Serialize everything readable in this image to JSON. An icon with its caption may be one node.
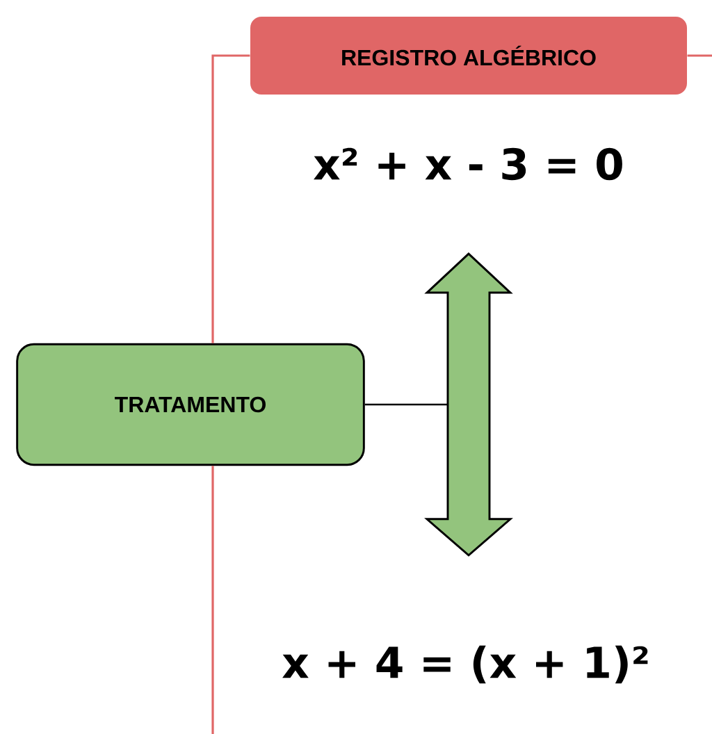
{
  "diagram": {
    "nodes": [
      {
        "text": [
          "REGISTRO ALGÉBRICO"
        ]
      },
      {
        "text": [
          "TRATAMENTO"
        ]
      },
      {
        "text": [
          "x² + x - 3 = 0"
        ]
      },
      {
        "text": [
          "x + 4 = (x + 1)²"
        ]
      }
    ],
    "edges": [
      {
        "from": null,
        "to": 0,
        "arrow": "none",
        "color": "#e06666"
      },
      {
        "from": 0,
        "to": null,
        "arrow": "none",
        "color": "#e06666"
      },
      {
        "from": 1,
        "to": null,
        "arrow": "none",
        "color": "#000000"
      },
      {
        "from": 2,
        "to": 3,
        "arrow": "both",
        "style": "thick",
        "color": "#93c47d"
      }
    ]
  }
}
